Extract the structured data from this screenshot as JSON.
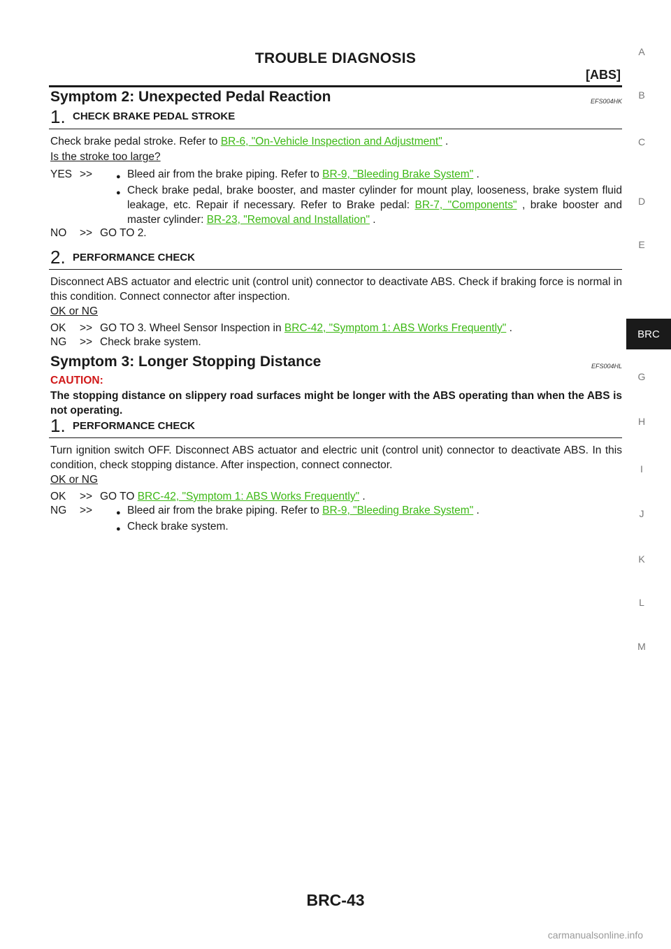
{
  "header": {
    "title": "TROUBLE DIAGNOSIS",
    "subtitle": "[ABS]"
  },
  "side_tabs": [
    "A",
    "B",
    "C",
    "D",
    "E",
    "BRC",
    "G",
    "H",
    "I",
    "J",
    "K",
    "L",
    "M"
  ],
  "active_tab": "BRC",
  "symptom2": {
    "heading": "Symptom 2: Unexpected Pedal Reaction",
    "code": "EFS004HK",
    "step1": {
      "num": "1.",
      "title": "CHECK BRAKE PEDAL STROKE",
      "text_pre": "Check brake pedal stroke. Refer to ",
      "link": "BR-6, \"On-Vehicle Inspection and Adjustment\"",
      "text_post": " .",
      "question": "Is the stroke too large?",
      "yes_label": "YES",
      "arrow": ">>",
      "yes_b1_pre": "Bleed air from the brake piping. Refer to ",
      "yes_b1_link": "BR-9, \"Bleeding Brake System\"",
      "yes_b1_post": " .",
      "yes_b2_pre": "Check brake pedal, brake booster, and master cylinder for mount play, looseness, brake system fluid leakage, etc. Repair if necessary. Refer to Brake pedal: ",
      "yes_b2_link1": "BR-7, \"Components\"",
      "yes_b2_mid": " , brake booster and master cylinder: ",
      "yes_b2_link2": "BR-23, \"Removal and Installation\"",
      "yes_b2_post": " .",
      "no_label": "NO",
      "no_text": "GO TO 2."
    },
    "step2": {
      "num": "2.",
      "title": "PERFORMANCE CHECK",
      "text": "Disconnect ABS actuator and electric unit (control unit) connector to deactivate ABS. Check if braking force is normal in this condition. Connect connector after inspection.",
      "question": "OK or NG",
      "ok_label": "OK",
      "ok_pre": "GO TO 3. Wheel Sensor Inspection in ",
      "ok_link": "BRC-42, \"Symptom 1: ABS Works Frequently\"",
      "ok_post": " .",
      "ng_label": "NG",
      "ng_text": "Check brake system."
    }
  },
  "symptom3": {
    "heading": "Symptom 3: Longer Stopping Distance",
    "code": "EFS004HL",
    "caution_label": "CAUTION:",
    "caution_text": "The stopping distance on slippery road surfaces might be longer with the ABS operating than when the ABS is not operating.",
    "step1": {
      "num": "1.",
      "title": "PERFORMANCE CHECK",
      "text": "Turn ignition switch OFF. Disconnect ABS actuator and electric unit (control unit) connector to deactivate ABS. In this condition, check stopping distance. After inspection, connect connector.",
      "question": "OK or NG",
      "ok_label": "OK",
      "ok_pre": "GO TO ",
      "ok_link": "BRC-42, \"Symptom 1: ABS Works Frequently\"",
      "ok_post": " .",
      "ng_label": "NG",
      "ng_b1_pre": "Bleed air from the brake piping. Refer to ",
      "ng_b1_link": "BR-9, \"Bleeding Brake System\"",
      "ng_b1_post": " .",
      "ng_b2": "Check brake system."
    }
  },
  "footer": {
    "page": "BRC-43"
  },
  "watermark": "carmanualsonline.info"
}
